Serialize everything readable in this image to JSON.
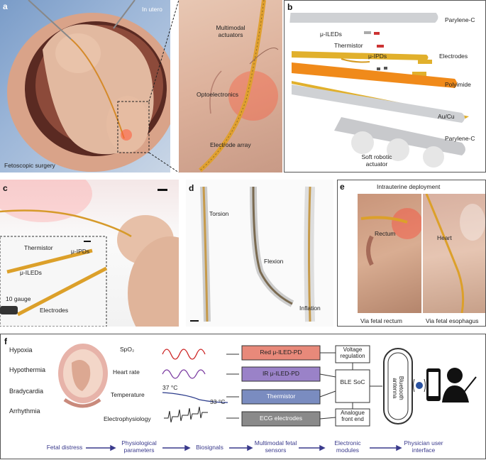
{
  "panels": {
    "a": {
      "label": "a",
      "in_utero": "In utero",
      "fetoscopic": "Fetoscopic surgery",
      "actuators": "Multimodal actuators",
      "optoelectronics": "Optoelectronics",
      "electrode_array": "Electrode array"
    },
    "b": {
      "label": "b",
      "layers": [
        "Parylene-C",
        "μ-ILEDs",
        "Thermistor",
        "μ-IPDs",
        "Electrodes",
        "Polyimide",
        "Au/Cu",
        "Parylene-C",
        "Soft robotic actuator"
      ]
    },
    "c": {
      "label": "c",
      "thermistor": "Thermistor",
      "ipds": "μ-IPDs",
      "ileds": "μ-ILEDs",
      "gauge": "10 gauge",
      "electrodes": "Electrodes"
    },
    "d": {
      "label": "d",
      "torsion": "Torsion",
      "flexion": "Flexion",
      "inflation": "Inflation"
    },
    "e": {
      "label": "e",
      "title": "Intrauterine deployment",
      "rectum": "Rectum",
      "heart": "Heart",
      "via_rectum": "Via fetal rectum",
      "via_esophagus": "Via fetal esophagus"
    },
    "f": {
      "label": "f",
      "conditions": [
        "Hypoxia",
        "Hypothermia",
        "Bradycardia",
        "Arrhythmia"
      ],
      "params": [
        "SpO₂",
        "Heart rate",
        "Temperature",
        "Electrophysiology"
      ],
      "temp_start": "37 °C",
      "temp_end": "33 °C",
      "sensors": [
        "Red μ-ILED-PD",
        "IR μ-ILED-PD",
        "Thermistor",
        "ECG electrodes"
      ],
      "voltage": "Voltage regulation",
      "ble": "BLE SoC",
      "afe": "Analogue front end",
      "antenna": "Bluetooth antenna",
      "flow": [
        "Fetal distress",
        "Physiological parameters",
        "Biosignals",
        "Multimodal fetal sensors",
        "Electronic modules",
        "Physician user interface"
      ]
    }
  },
  "colors": {
    "red_sensor": "#e8897a",
    "ir_sensor": "#9a82c8",
    "thermistor": "#7a8cc0",
    "ecg": "#8a8a8a",
    "flow_text": "#3a3a8c"
  }
}
